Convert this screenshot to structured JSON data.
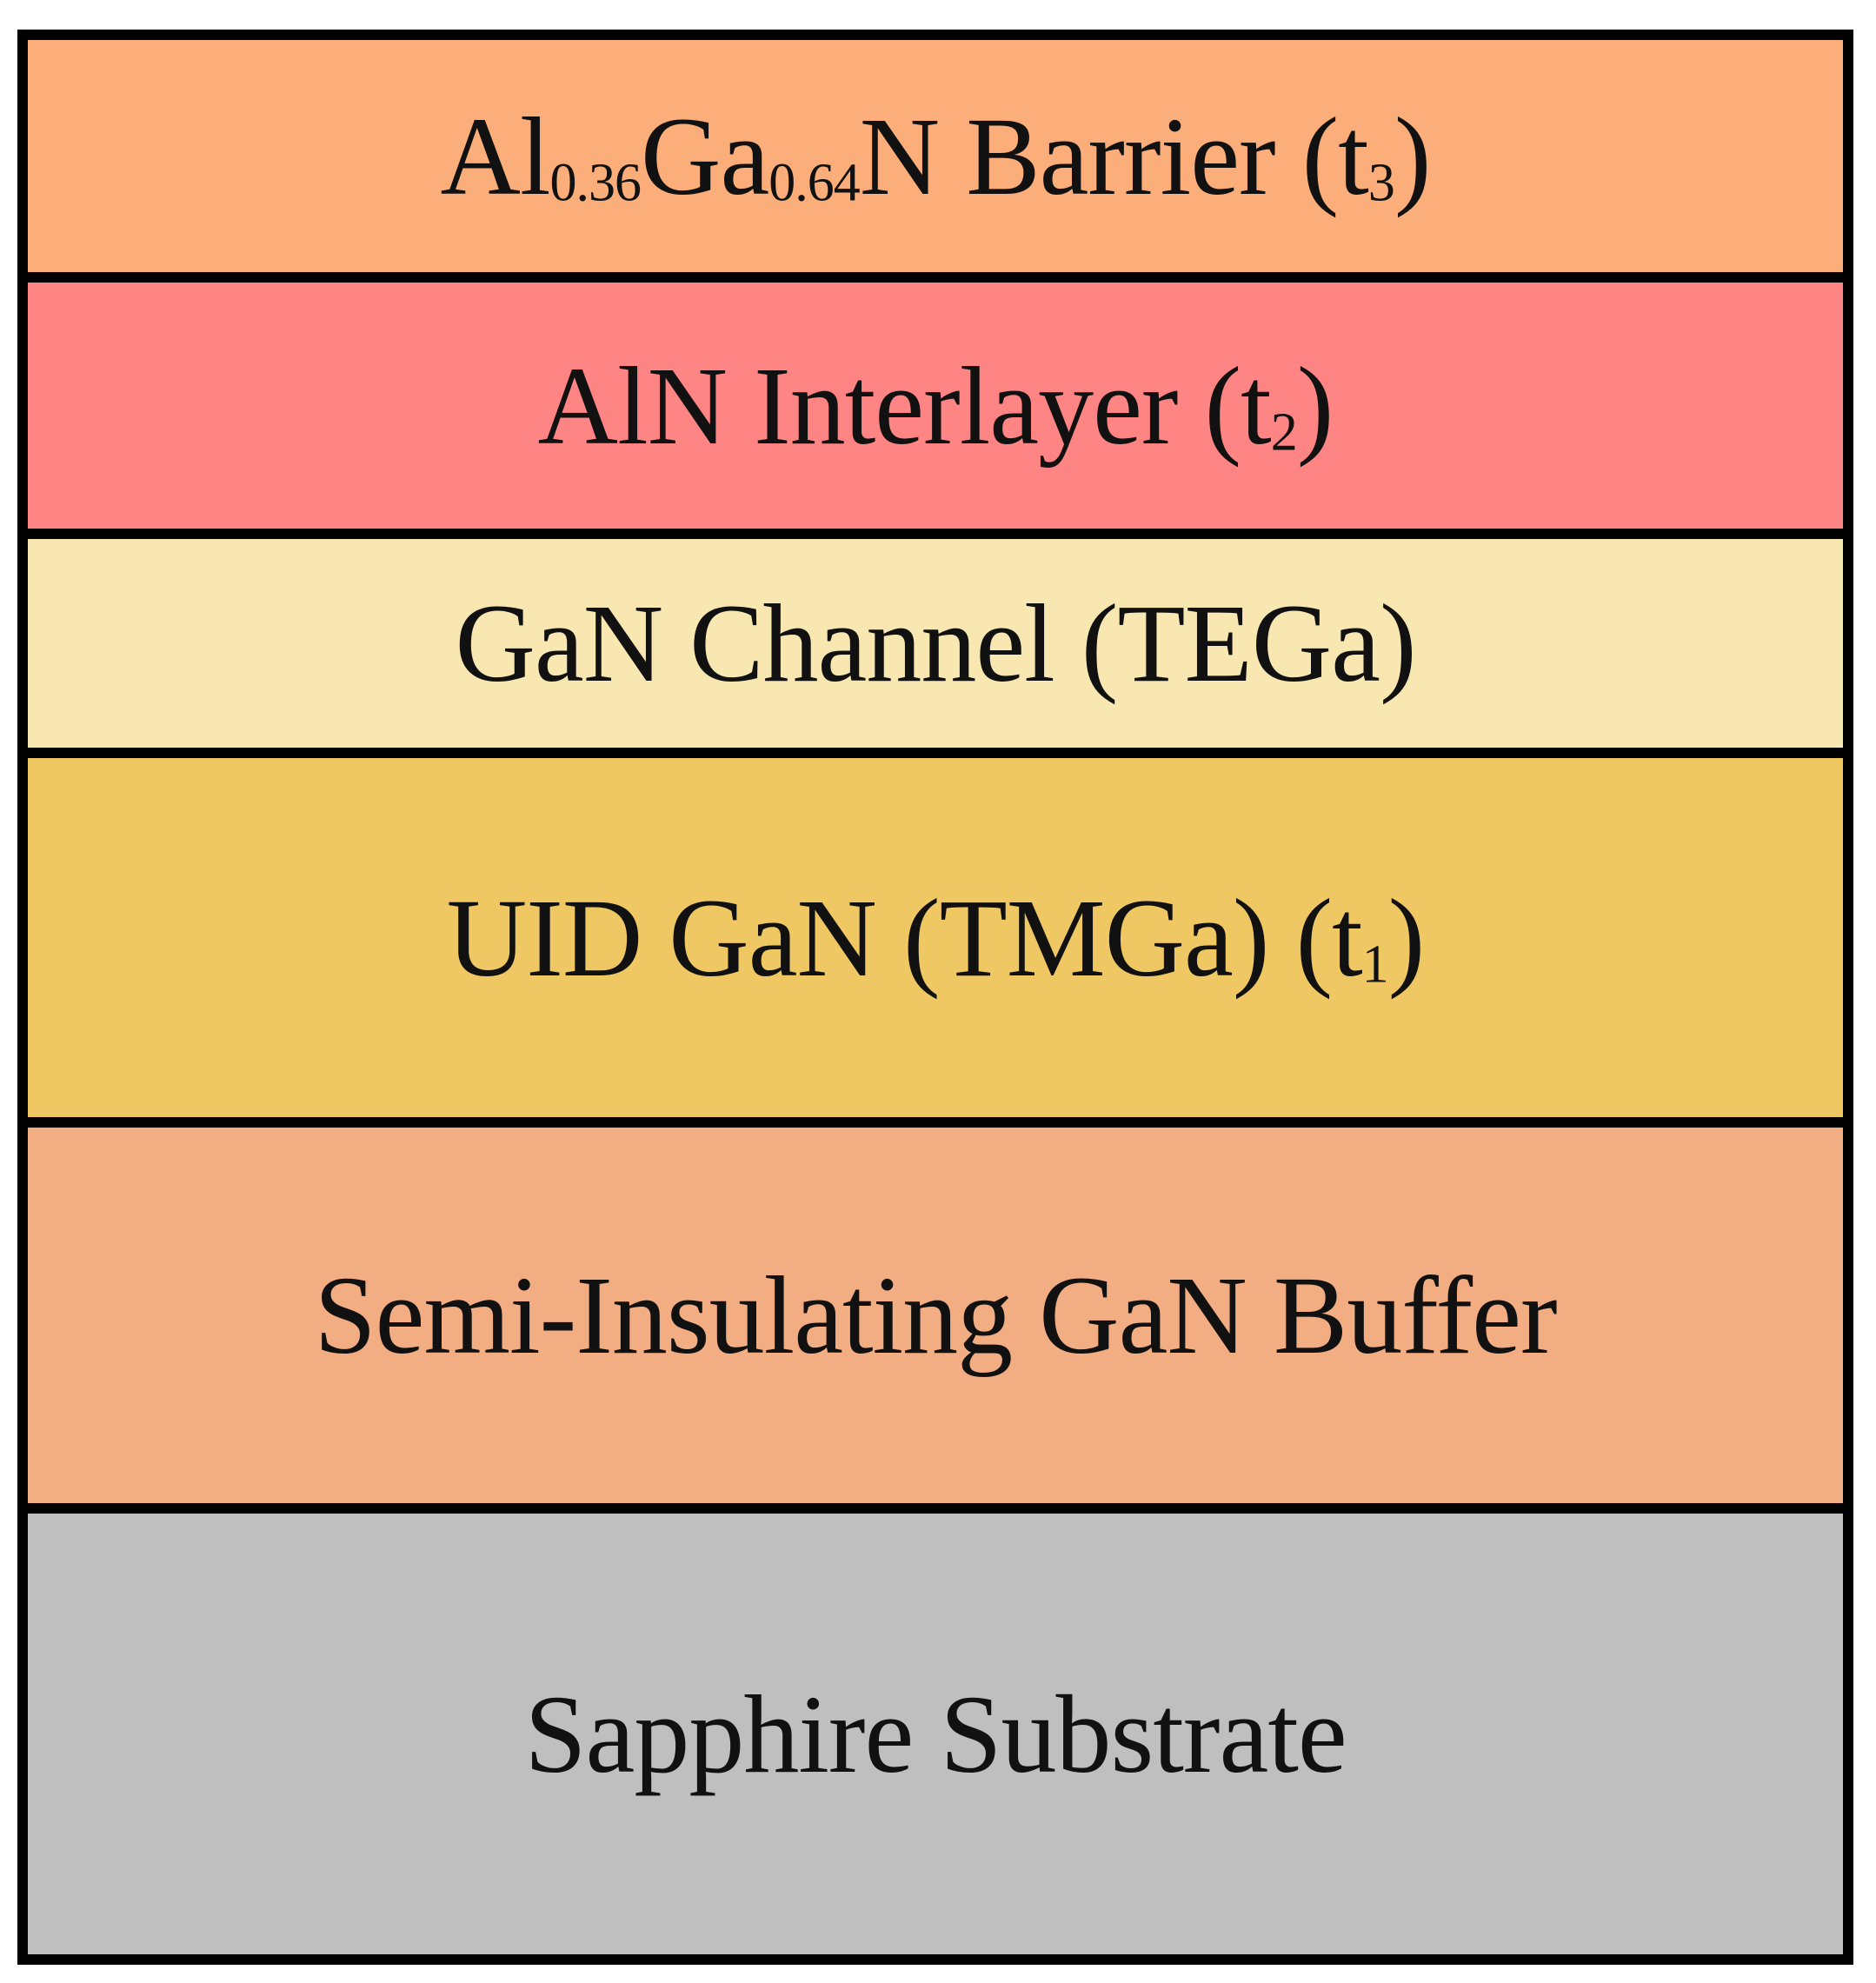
{
  "layers": {
    "barrier": {
      "color": "#FBAE79",
      "p1": "Al",
      "s1": "0.36",
      "p2": "Ga",
      "s2": "0.64",
      "p3": "N Barrier (t",
      "s3": "3",
      "p4": ")"
    },
    "interlayer": {
      "color": "#FF8484",
      "p1": "AlN Interlayer (t",
      "s1": "2",
      "p2": ")"
    },
    "channel": {
      "color": "#F9E7B2",
      "text": "GaN Channel (TEGa)"
    },
    "uid": {
      "color": "#EFC864",
      "p1": "UID GaN (TMGa) (t",
      "s1": "1",
      "p2": ")"
    },
    "buffer": {
      "color": "#F2AD82",
      "text": "Semi-Insulating GaN Buffer"
    },
    "substrate": {
      "color": "#BFBFBF",
      "text": "Sapphire Substrate"
    }
  }
}
